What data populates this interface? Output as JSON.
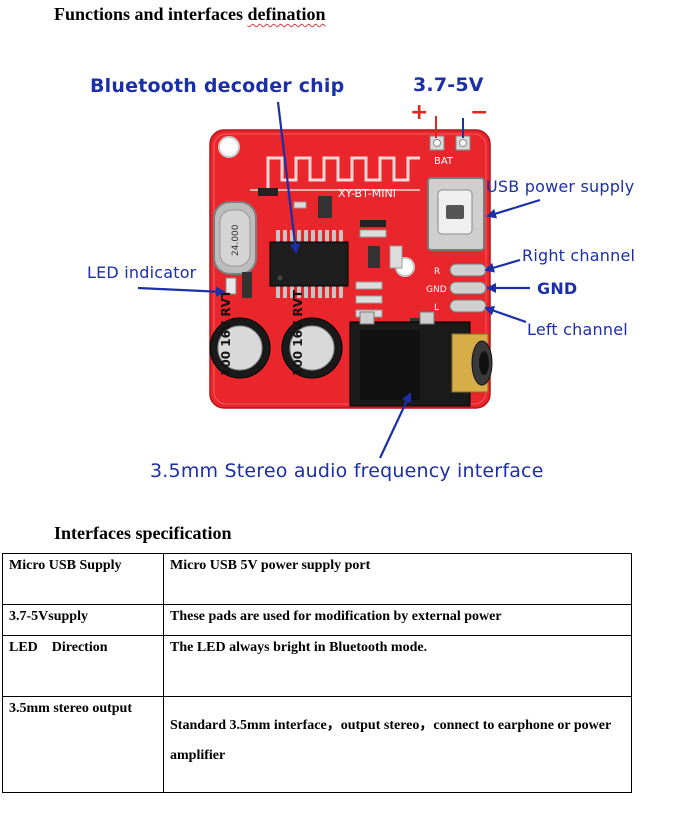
{
  "headings": {
    "title_prefix": "Functions and interfaces ",
    "title_misspelled": "defination",
    "spec_title": "Interfaces specification"
  },
  "figure": {
    "labels": {
      "chip": "Bluetooth decoder chip",
      "voltage": "3.7-5V",
      "plus": "+",
      "minus": "−",
      "usb": "USB power supply",
      "led": "LED indicator",
      "right": "Right channel",
      "gnd": "GND",
      "left": "Left channel",
      "jack": "3.5mm Stereo audio frequency interface"
    },
    "board_text": {
      "model": "XY-BT-MINI",
      "bat": "BAT",
      "crystal": "24.000",
      "pad_r": "R",
      "pad_gnd": "GND",
      "pad_l": "L",
      "cap1": "100 16V RVT",
      "cap2": "100 16V RVT"
    },
    "colors": {
      "pcb": "#e8262b",
      "callout": "#1b2fa8",
      "plus_red": "#e0261e"
    }
  },
  "spec_table": {
    "rows": [
      {
        "name": "Micro USB Supply",
        "desc": "Micro USB 5V power supply port"
      },
      {
        "name": "3.7-5Vsupply",
        "desc": "These pads are used for modification by external power"
      },
      {
        "name": "LED    Direction",
        "desc": "The LED always bright in Bluetooth mode."
      },
      {
        "name": "3.5mm stereo output",
        "desc": "Standard 3.5mm interface，output stereo，connect to earphone or power amplifier"
      }
    ]
  }
}
